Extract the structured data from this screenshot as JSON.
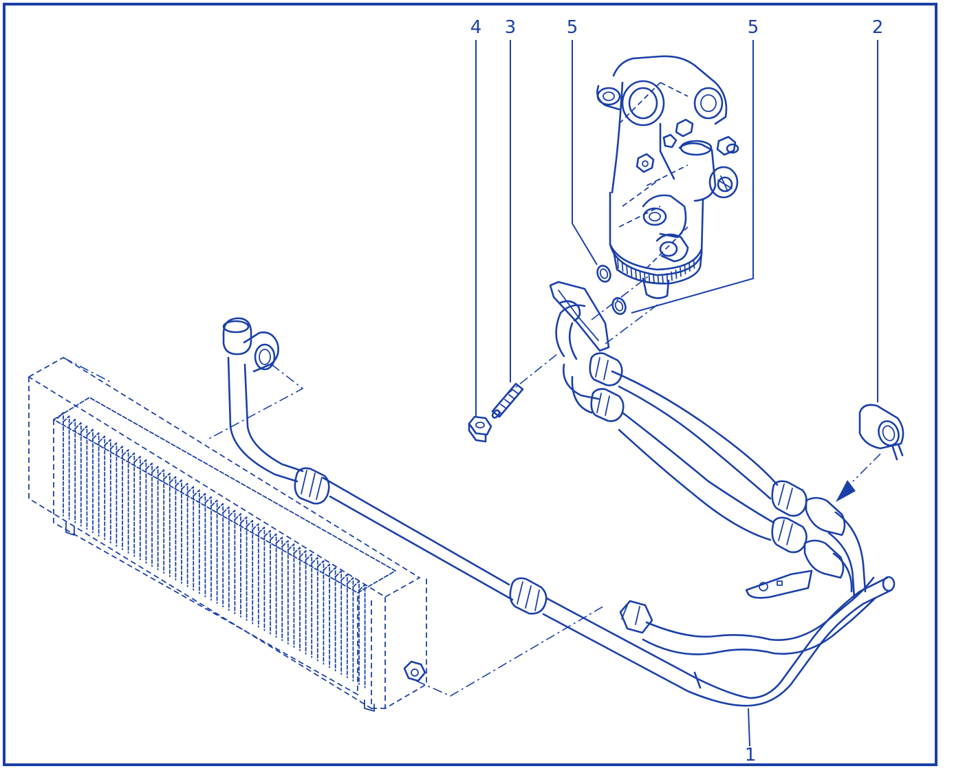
{
  "colors": {
    "ink": "#1a3fa8",
    "background": "#ffffff"
  },
  "callouts": [
    {
      "id": "1",
      "label": "1"
    },
    {
      "id": "2",
      "label": "2"
    },
    {
      "id": "3",
      "label": "3"
    },
    {
      "id": "4",
      "label": "4"
    },
    {
      "id": "5a",
      "label": "5"
    },
    {
      "id": "5b",
      "label": "5"
    }
  ]
}
